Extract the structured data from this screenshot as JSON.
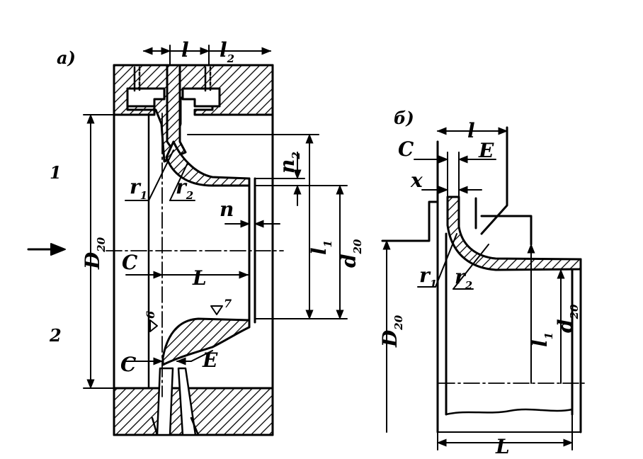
{
  "colors": {
    "ink": "#000000",
    "paper": "#ffffff"
  },
  "panel_a": {
    "tag": "a)",
    "zone_1": "1",
    "zone_2": "2",
    "dims": {
      "l": "l",
      "l2": {
        "base": "l",
        "sub": "2"
      },
      "D20": {
        "base": "D",
        "sub": "20"
      },
      "d20": {
        "base": "d",
        "sub": "20"
      },
      "l1": {
        "base": "l",
        "sub": "1"
      },
      "n": "n",
      "n2": {
        "base": "n",
        "sub": "2"
      },
      "r1": {
        "base": "r",
        "sub": "1"
      },
      "r2": {
        "base": "r",
        "sub": "2"
      },
      "C_top": "C",
      "L": "L",
      "C_bottom": "C",
      "E": "E",
      "mark_6": "6",
      "mark_7": "7"
    }
  },
  "panel_b": {
    "tag": "б)",
    "dims": {
      "l": "l",
      "C": "C",
      "E": "E",
      "x": "x",
      "r1": {
        "base": "r",
        "sub": "1"
      },
      "r2": {
        "base": "r",
        "sub": "2"
      },
      "D20": {
        "base": "D",
        "sub": "20"
      },
      "l1": {
        "base": "l",
        "sub": "1"
      },
      "d20": {
        "base": "d",
        "sub": "20"
      },
      "L": "L"
    }
  },
  "icons": {
    "flow_arrow": "arrow-right-icon"
  }
}
